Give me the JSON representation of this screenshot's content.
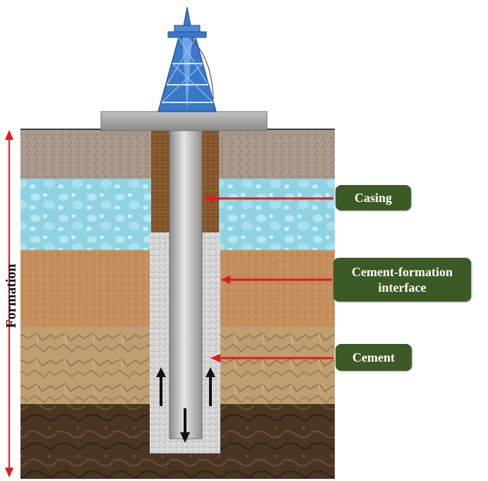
{
  "labels": {
    "casing": "Casing",
    "cement_formation_interface_line1": "Cement-formation",
    "cement_formation_interface_line2": "interface",
    "cement": "Cement",
    "formation": "Formation"
  },
  "colors": {
    "callout_fill": "#3b5a26",
    "arrow_red": "#e3181d",
    "soil_top": "#a69789",
    "water_layer": "#8fd3e3",
    "sand_layer": "#c58f5d",
    "sandstone_layer": "#bf9e70",
    "bottom_layer": "#4a3523",
    "cement": "#d4d4d4",
    "casing": "#9a9a9a",
    "casing_wood": "#8a5a2e",
    "derrick": "#3a78c8",
    "platform": "#9d9d9d"
  }
}
